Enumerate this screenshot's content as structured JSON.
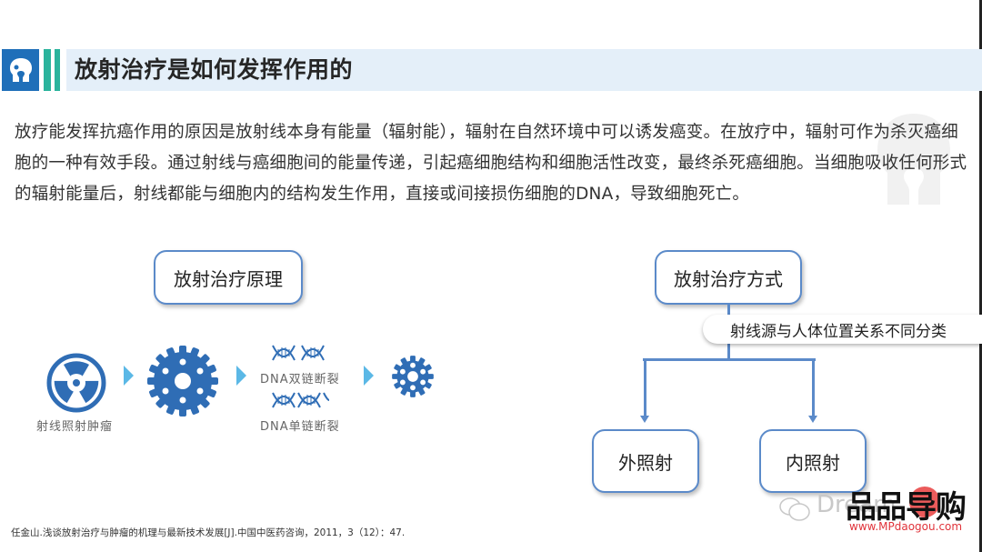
{
  "header": {
    "title": "放射治疗是如何发挥作用的",
    "logo_icon": "head-profile-icon",
    "colors": {
      "logo_bg": "#1f6fb9",
      "stripe": "#2ab39c",
      "title_bg": "#e4eff9"
    }
  },
  "body": {
    "paragraph": "放疗能发挥抗癌作用的原因是放射线本身有能量（辐射能），辐射在自然环境中可以诱发癌变。在放疗中，辐射可作为杀灭癌细胞的一种有效手段。通过射线与癌细胞间的能量传递，引起癌细胞结构和细胞活性改变，最终杀死癌细胞。当细胞吸收任何形式的辐射能量后，射线都能与细胞内的结构发生作用，直接或间接损伤细胞的DNA，导致细胞死亡。"
  },
  "principle": {
    "title": "放射治疗原理",
    "steps": [
      {
        "icon": "radiation-icon",
        "label": "射线照射肿瘤"
      },
      {
        "icon": "large-cell-icon",
        "label": ""
      },
      {
        "icon": "dna-icon",
        "labels": [
          "DNA双链断裂",
          "DNA单链断裂"
        ]
      },
      {
        "icon": "small-cell-icon",
        "label": ""
      }
    ],
    "icon_color": "#2f6db5",
    "arrow_color": "#5bb8e6"
  },
  "methods": {
    "title": "放射治疗方式",
    "classification": "射线源与人体位置关系不同分类",
    "children": [
      "外照射",
      "内照射"
    ]
  },
  "footer": {
    "citation": "任金山.浅谈放射治疗与肿瘤的机理与最新技术发展[J].中国中医药咨询，2011，3（12）：47.",
    "watermark": "Dream",
    "brand": "品品导购",
    "brand_url": "www.MPdaogou.com"
  }
}
